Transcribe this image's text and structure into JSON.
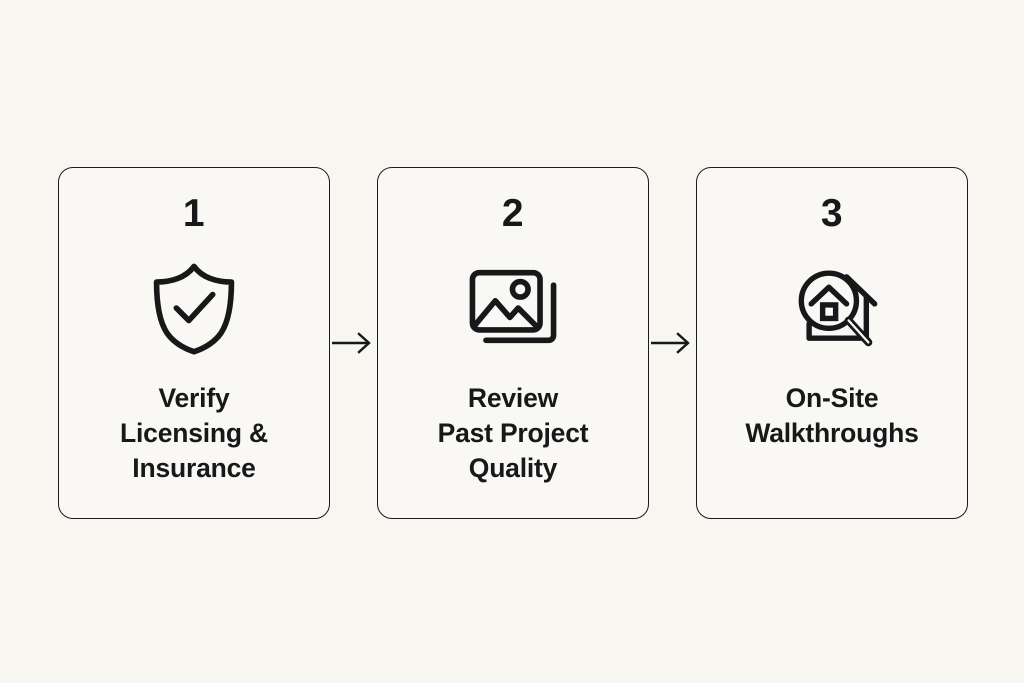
{
  "background_color": "#f8f6f1",
  "card_fill_color": "#faf8f4",
  "stroke_color": "#16181a",
  "diagram": {
    "type": "horizontal-process-flow",
    "step_count": 3,
    "steps": [
      {
        "number": "1",
        "icon": "shield-check-icon",
        "label": "Verify\nLicensing &\nInsurance",
        "label_lines": [
          "Verify",
          "Licensing &",
          "Insurance"
        ]
      },
      {
        "number": "2",
        "icon": "photo-gallery-icon",
        "label": "Review\nPast Project\nQuality",
        "label_lines": [
          "Review",
          "Past Project",
          "Quality"
        ]
      },
      {
        "number": "3",
        "icon": "house-magnifier-icon",
        "label": "On-Site\nWalkthroughs",
        "label_lines": [
          "On-Site",
          "Walkthroughs"
        ]
      }
    ],
    "connectors": [
      {
        "icon": "arrow-right-icon",
        "from": "1",
        "to": "2"
      },
      {
        "icon": "arrow-right-icon",
        "from": "2",
        "to": "3"
      }
    ]
  }
}
